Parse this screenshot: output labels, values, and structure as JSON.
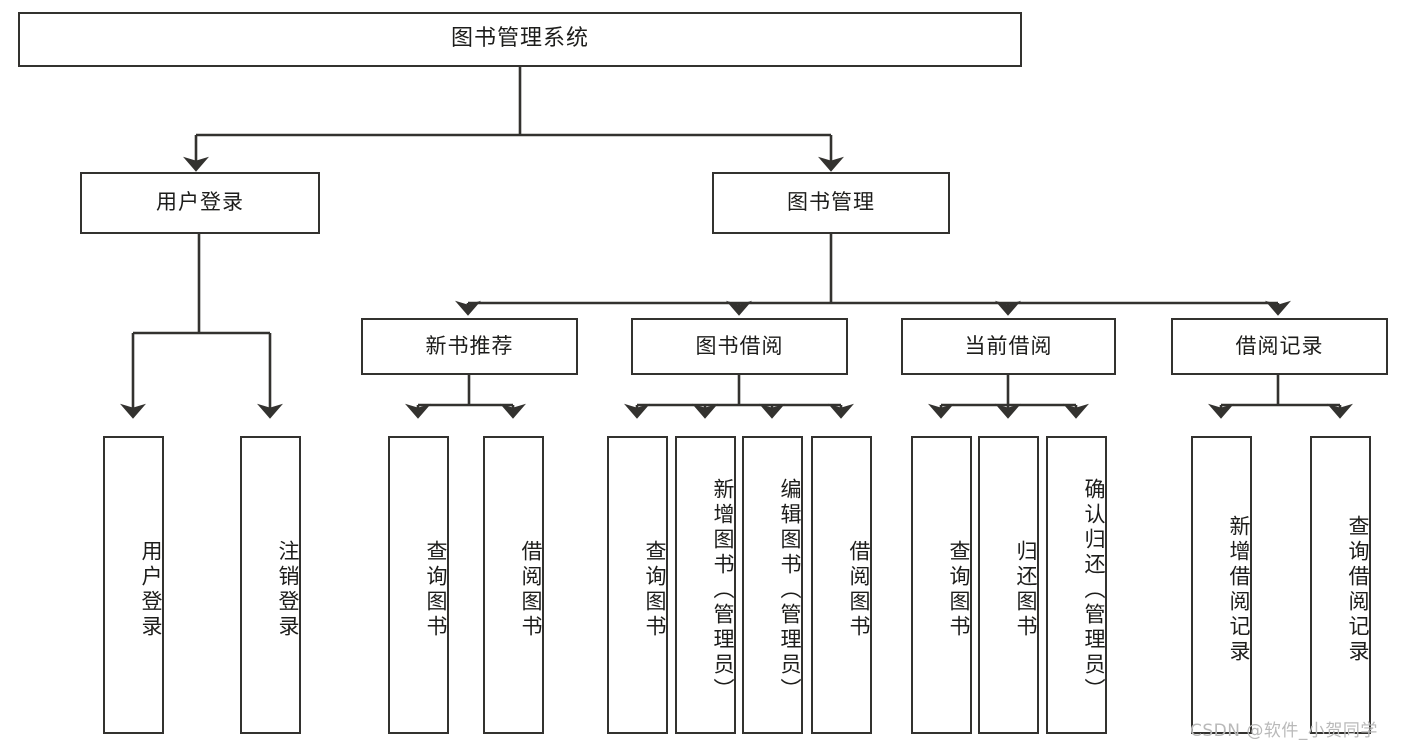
{
  "diagram": {
    "title": "图书管理系统",
    "watermark": "CSDN @软件_小贺同学",
    "stroke_color": "#33322f",
    "text_color": "#1d1d1b",
    "background": "#ffffff",
    "levels": {
      "root": {
        "label": "图书管理系统"
      },
      "level2": [
        {
          "label": "用户登录"
        },
        {
          "label": "图书管理"
        }
      ],
      "level3": [
        {
          "label": "新书推荐"
        },
        {
          "label": "图书借阅"
        },
        {
          "label": "当前借阅"
        },
        {
          "label": "借阅记录"
        }
      ],
      "leaves": {
        "user_login": [
          {
            "label": "用户登录"
          },
          {
            "label": "注销登录"
          }
        ],
        "new_book_recommend": [
          {
            "label": "查询图书"
          },
          {
            "label": "借阅图书"
          }
        ],
        "book_borrow": [
          {
            "label": "查询图书"
          },
          {
            "label": "新增图书（管理员）"
          },
          {
            "label": "编辑图书（管理员）"
          },
          {
            "label": "借阅图书"
          }
        ],
        "current_borrow": [
          {
            "label": "查询图书"
          },
          {
            "label": "归还图书"
          },
          {
            "label": "确认归还（管理员）"
          }
        ],
        "borrow_record": [
          {
            "label": "新增借阅记录"
          },
          {
            "label": "查询借阅记录"
          }
        ]
      }
    }
  }
}
